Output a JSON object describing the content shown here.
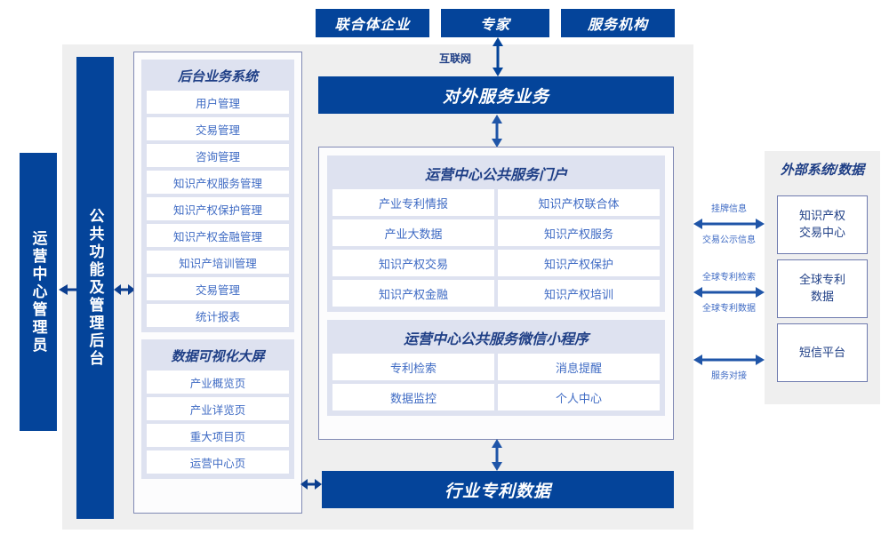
{
  "top_actors": [
    {
      "label": "联合体企业"
    },
    {
      "label": "专家"
    },
    {
      "label": "服务机构"
    }
  ],
  "internet_label": "互联网",
  "external_service_bar": "对外服务业务",
  "industry_patent_bar": "行业专利数据",
  "left_columns": [
    {
      "label": "运营中心管理员"
    },
    {
      "label": "公共功能及管理后台"
    }
  ],
  "backend_system": {
    "title": "后台业务系统",
    "items": [
      "用户管理",
      "交易管理",
      "咨询管理",
      "知识产权服务管理",
      "知识产权保护管理",
      "知识产权金融管理",
      "知识产培训管理",
      "交易管理",
      "统计报表"
    ]
  },
  "data_visualization": {
    "title": "数据可视化大屏",
    "items": [
      "产业概览页",
      "产业详览页",
      "重大项目页",
      "运营中心页"
    ]
  },
  "public_portal": {
    "title": "运营中心公共服务门户",
    "items": [
      "产业专利情报",
      "知识产权联合体",
      "产业大数据",
      "知识产权服务",
      "知识产权交易",
      "知识产权保护",
      "知识产权金融",
      "知识产权培训"
    ]
  },
  "wechat_miniprogram": {
    "title": "运营中心公共服务微信小程序",
    "items": [
      "专利检索",
      "消息提醒",
      "数据监控",
      "个人中心"
    ]
  },
  "external": {
    "title": "外部系统/数据",
    "boxes": [
      {
        "label": "知识产权\n交易中心",
        "line1": "知识产权",
        "line2": "交易中心"
      },
      {
        "label": "全球专利\n数据",
        "line1": "全球专利",
        "line2": "数据"
      },
      {
        "label": "短信平台",
        "line1": "短信平台",
        "line2": ""
      }
    ],
    "edge_labels": [
      {
        "above": "挂牌信息",
        "below": "交易公示信息"
      },
      {
        "above": "全球专利检索",
        "below": "全球专利数据"
      },
      {
        "above": "",
        "below": "服务对接"
      }
    ]
  },
  "colors": {
    "brand_blue": "#04449A",
    "light_lavender": "#DEE2F0",
    "panel_border": "#8089B4",
    "cell_text": "#3F6BC4",
    "gray_bg": "#EFEFEF"
  }
}
